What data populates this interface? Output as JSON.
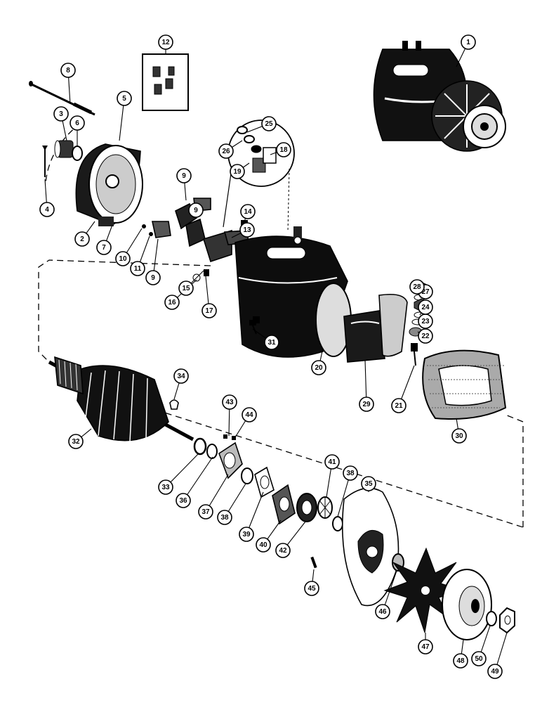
{
  "diagram": {
    "labels": [
      "1",
      "2",
      "3",
      "4",
      "5",
      "6",
      "7",
      "8",
      "9",
      "9",
      "9",
      "10",
      "11",
      "12",
      "13",
      "14",
      "15",
      "16",
      "17",
      "18",
      "19",
      "20",
      "21",
      "22",
      "23",
      "24",
      "25",
      "26",
      "27",
      "28",
      "29",
      "30",
      "31",
      "32",
      "33",
      "34",
      "35",
      "36",
      "37",
      "38",
      "38",
      "39",
      "40",
      "41",
      "42",
      "43",
      "44",
      "45",
      "46",
      "47",
      "48",
      "49",
      "50"
    ]
  }
}
